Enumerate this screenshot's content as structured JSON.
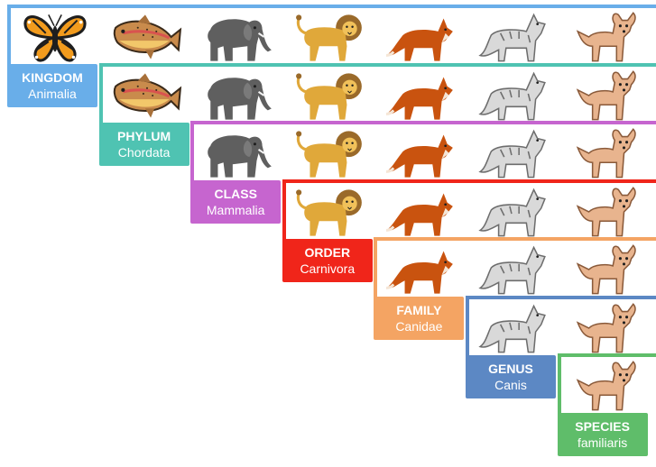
{
  "tiers": [
    {
      "rank": "KINGDOM",
      "taxon": "Animalia",
      "color": "#69aee9"
    },
    {
      "rank": "PHYLUM",
      "taxon": "Chordata",
      "color": "#4fc3b2"
    },
    {
      "rank": "CLASS",
      "taxon": "Mammalia",
      "color": "#c665cf"
    },
    {
      "rank": "ORDER",
      "taxon": "Carnivora",
      "color": "#f0251a"
    },
    {
      "rank": "FAMILY",
      "taxon": "Canidae",
      "color": "#f4a463"
    },
    {
      "rank": "GENUS",
      "taxon": "Canis",
      "color": "#5c88c4"
    },
    {
      "rank": "SPECIES",
      "taxon": "familiaris",
      "color": "#5fbd6a"
    }
  ],
  "animals": [
    {
      "name": "butterfly",
      "icon": "butterfly-icon"
    },
    {
      "name": "fish",
      "icon": "fish-icon"
    },
    {
      "name": "elephant",
      "icon": "elephant-icon"
    },
    {
      "name": "lion",
      "icon": "lion-icon"
    },
    {
      "name": "fox",
      "icon": "fox-icon"
    },
    {
      "name": "wolf",
      "icon": "wolf-icon"
    },
    {
      "name": "chihuahua",
      "icon": "dog-icon"
    }
  ]
}
